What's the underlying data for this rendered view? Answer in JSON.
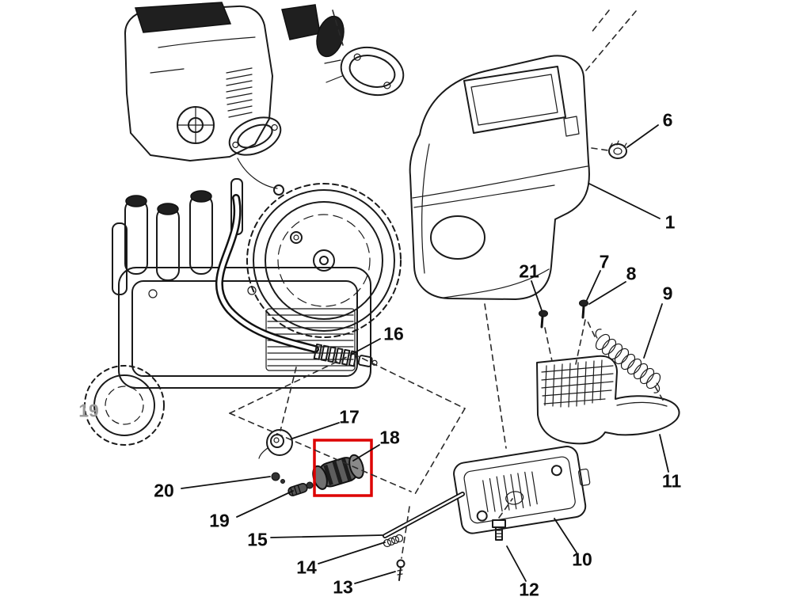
{
  "page": {
    "background": "#ffffff"
  },
  "diagram": {
    "type": "exploded-parts-diagram",
    "description": "Pressure washer exploded parts view with numbered callouts",
    "line_color": "#1a1a1a",
    "highlight_color": "#dd0000",
    "highlighted_part_label": "18",
    "callouts": [
      {
        "id": "part-1",
        "label": "1"
      },
      {
        "id": "part-6",
        "label": "6"
      },
      {
        "id": "part-7",
        "label": "7"
      },
      {
        "id": "part-8",
        "label": "8"
      },
      {
        "id": "part-9",
        "label": "9"
      },
      {
        "id": "part-10",
        "label": "10"
      },
      {
        "id": "part-11",
        "label": "11"
      },
      {
        "id": "part-12",
        "label": "12"
      },
      {
        "id": "part-13",
        "label": "13"
      },
      {
        "id": "part-14",
        "label": "14"
      },
      {
        "id": "part-15",
        "label": "15"
      },
      {
        "id": "part-16",
        "label": "16"
      },
      {
        "id": "part-17",
        "label": "17"
      },
      {
        "id": "part-18",
        "label": "18"
      },
      {
        "id": "part-19",
        "label": "19"
      },
      {
        "id": "part-20",
        "label": "20"
      },
      {
        "id": "part-21",
        "label": "21"
      },
      {
        "id": "edge-partial-19",
        "label": "19"
      }
    ]
  }
}
